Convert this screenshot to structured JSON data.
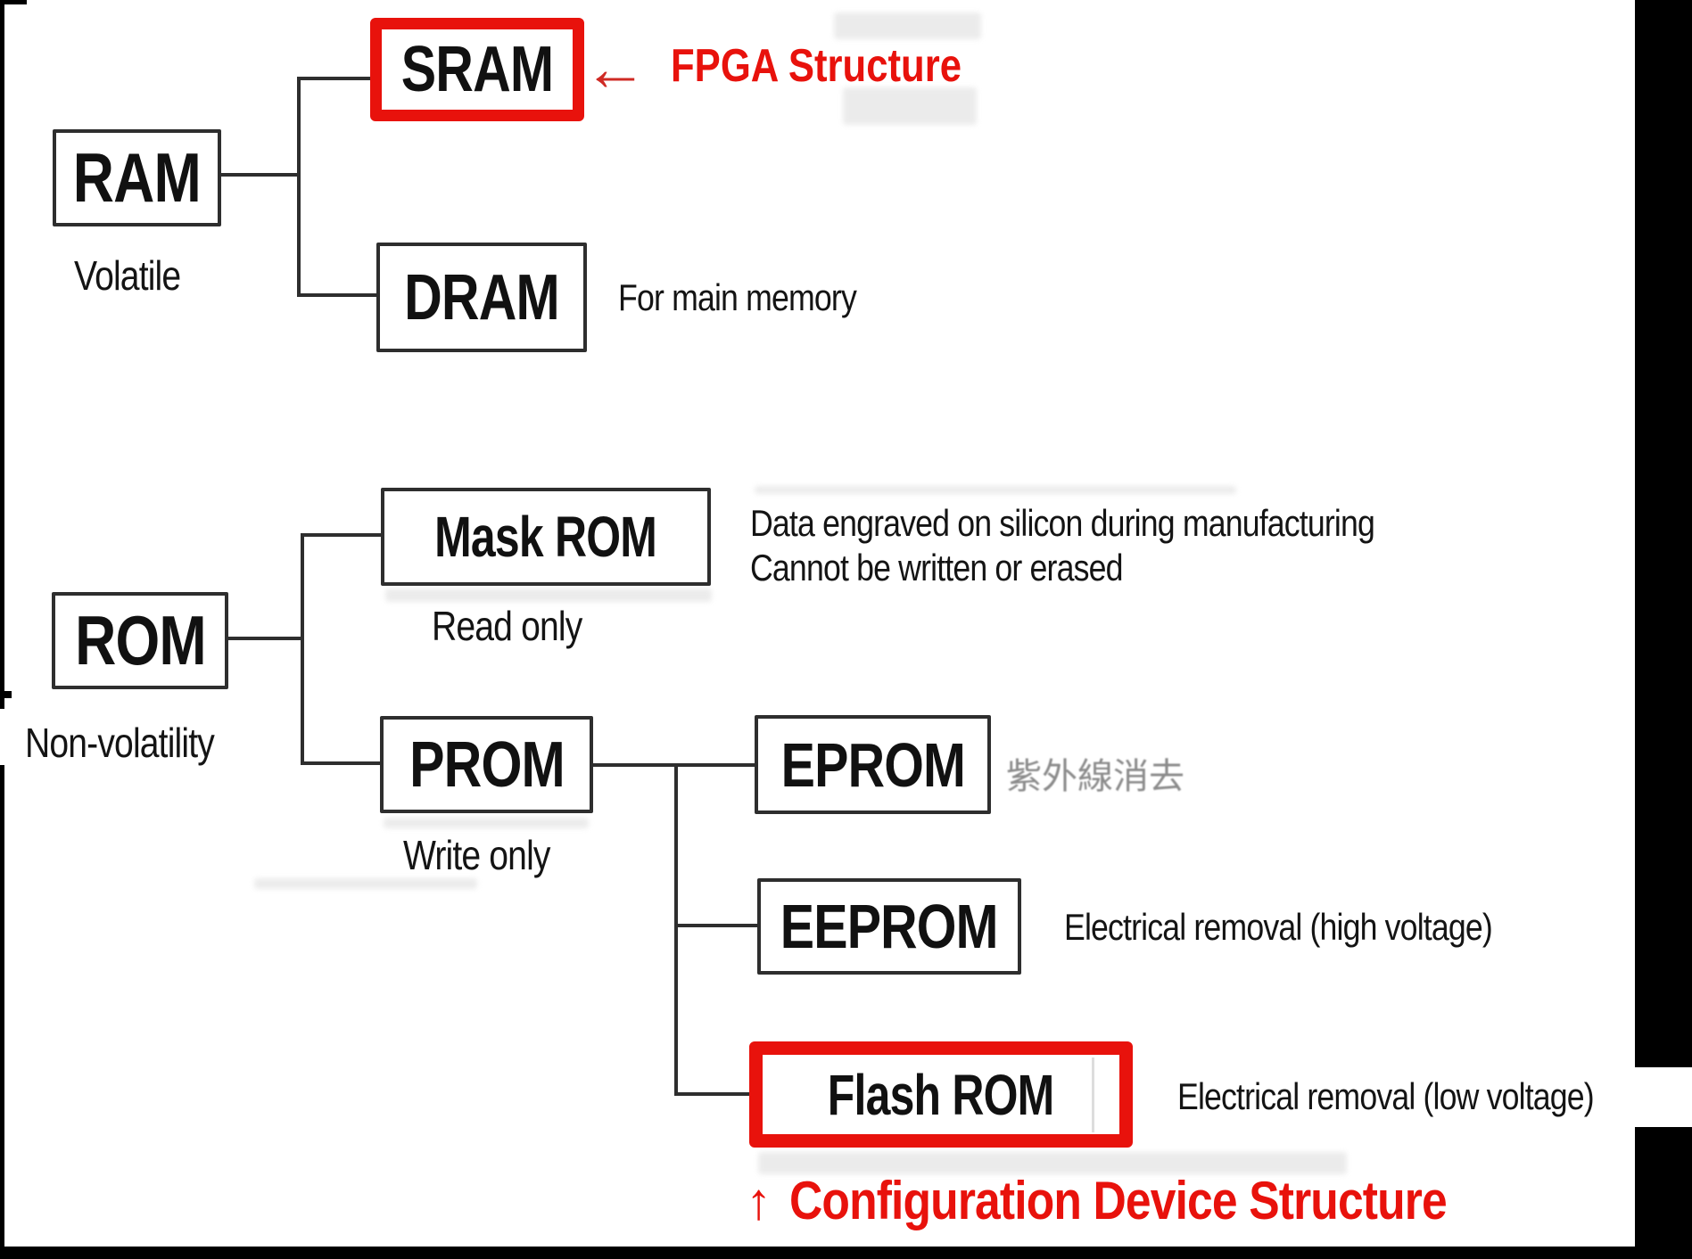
{
  "palette": {
    "red": "#e8120c",
    "line_color": "#2e2e2e",
    "text_color": "#141414",
    "gray_text": "#8b8b8b"
  },
  "ram_tree": {
    "root": {
      "label": "RAM",
      "caption": "Volatile"
    },
    "children": [
      {
        "label": "SRAM",
        "highlighted": true,
        "arrow": "←",
        "callout": "FPGA Structure"
      },
      {
        "label": "DRAM",
        "note": "For main memory"
      }
    ]
  },
  "rom_tree": {
    "root": {
      "label": "ROM",
      "caption": "Non-volatility"
    },
    "children": [
      {
        "label": "Mask ROM",
        "caption": "Read only",
        "note_line1": "Data engraved on silicon during manufacturing",
        "note_line2": "Cannot be written or erased"
      },
      {
        "label": "PROM",
        "caption": "Write only",
        "children": [
          {
            "label": "EPROM",
            "note": "紫外線消去"
          },
          {
            "label": "EEPROM",
            "note": "Electrical removal (high voltage)"
          },
          {
            "label": "Flash ROM",
            "highlighted": true,
            "note": "Electrical removal (low voltage)"
          }
        ]
      }
    ]
  },
  "footer": {
    "arrow": "↑",
    "label": "Configuration Device Structure"
  }
}
